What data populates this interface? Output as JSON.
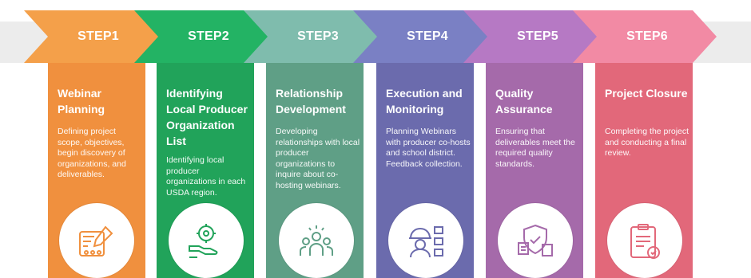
{
  "steps": [
    {
      "step": "STEP1",
      "title": "Webinar Planning",
      "description": "Defining project scope, objectives, begin discovery of organizations, and deliverables.",
      "color": "#f4a04a",
      "card_color": "#f0903e",
      "icon": "blueprint-plan-icon"
    },
    {
      "step": "STEP2",
      "title": "Identifying Local Producer Organization List",
      "description": "Identifying local producer organizations in each USDA region.",
      "color": "#23b364",
      "card_color": "#21a35a",
      "icon": "hand-gear-icon"
    },
    {
      "step": "STEP3",
      "title": "Relationship Development",
      "description": "Developing relationships with local producer organizations to inquire about co-hosting webinars.",
      "color": "#7fbcad",
      "card_color": "#5f9f86",
      "icon": "team-people-icon"
    },
    {
      "step": "STEP4",
      "title": "Execution and Monitoring",
      "description": "Planning Webinars with producer co-hosts and school district. Feedback collection.",
      "color": "#7a80c4",
      "card_color": "#6b6bad",
      "icon": "worker-helmet-icon"
    },
    {
      "step": "STEP5",
      "title": "Quality Assurance",
      "description": "Ensuring that deliverables meet the required quality standards.",
      "color": "#b679c4",
      "card_color": "#a56aaa",
      "icon": "shield-checklist-icon"
    },
    {
      "step": "STEP6",
      "title": "Project Closure",
      "description": "Completing the project and conducting a final review.",
      "color": "#f28aa4",
      "card_color": "#e2687a",
      "icon": "clipboard-check-icon"
    }
  ]
}
